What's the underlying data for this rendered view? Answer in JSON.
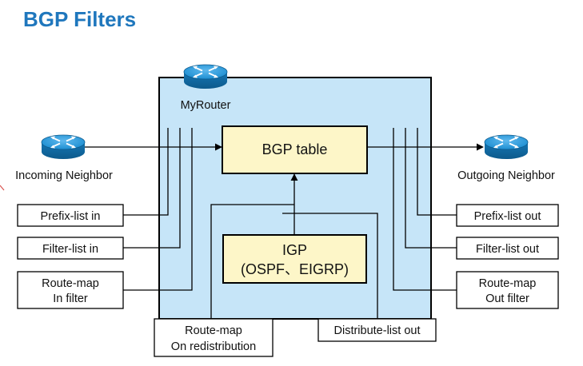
{
  "title": "BGP Filters",
  "colors": {
    "title": "#1f77bd",
    "router_box_fill": "#c6e5f8",
    "table_box_fill": "#fdf6c8",
    "router_icon": "#1d8ed1"
  },
  "routers": {
    "my_router": {
      "label": "MyRouter",
      "icon": "router-icon"
    },
    "incoming": {
      "label": "Incoming Neighbor",
      "icon": "router-icon"
    },
    "outgoing": {
      "label": "Outgoing Neighbor",
      "icon": "router-icon"
    }
  },
  "bgp_table": {
    "label": "BGP table"
  },
  "igp": {
    "line1": "IGP",
    "line2": "(OSPF、EIGRP)"
  },
  "in_filters": {
    "prefix_list": "Prefix-list in",
    "filter_list": "Filter-list in",
    "route_map_line1": "Route-map",
    "route_map_line2": "In filter"
  },
  "out_filters": {
    "prefix_list": "Prefix-list out",
    "filter_list": "Filter-list out",
    "route_map_line1": "Route-map",
    "route_map_line2": "Out filter"
  },
  "redistribution": {
    "route_map_line1": "Route-map",
    "route_map_line2": "On redistribution",
    "distribute_list": "Distribute-list out"
  }
}
